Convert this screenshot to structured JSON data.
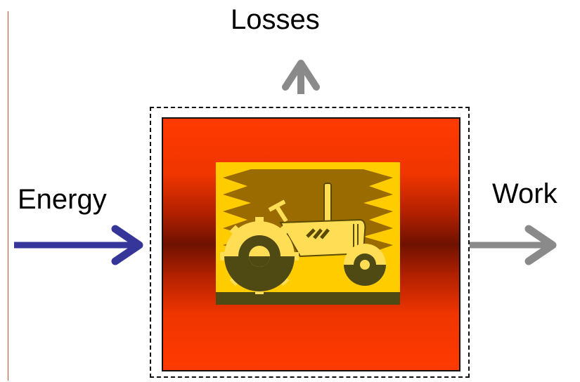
{
  "labels": {
    "losses": "Losses",
    "energy": "Energy",
    "work": "Work"
  },
  "colors": {
    "energy_arrow": "#35359a",
    "loss_arrow": "#8a8a8a",
    "work_arrow": "#8a8a8a",
    "box_fill_outer": "#ff3a00",
    "box_fill_center": "#6e1200",
    "picture_sky": "#9a6b00",
    "picture_ground": "#ffcc00"
  },
  "icons": {
    "machine": "tractor-icon"
  }
}
